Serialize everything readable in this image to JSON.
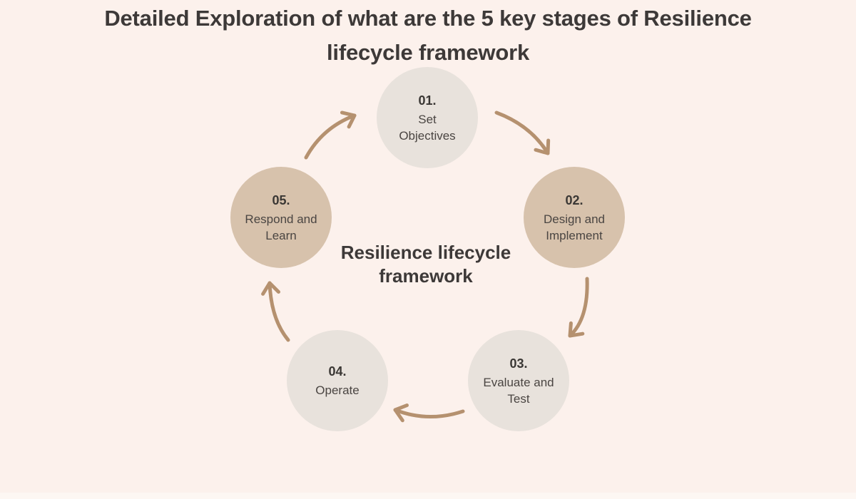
{
  "title": "Detailed Exploration of what are the 5 key stages of Resilience\nlifecycle framework",
  "diagram": {
    "center_label": "Resilience lifecycle\nframework",
    "stages": [
      {
        "number": "01.",
        "label": "Set\nObjectives",
        "variant": "light"
      },
      {
        "number": "02.",
        "label": "Design and\nImplement",
        "variant": "tan"
      },
      {
        "number": "03.",
        "label": "Evaluate and\nTest",
        "variant": "light"
      },
      {
        "number": "04.",
        "label": "Operate",
        "variant": "light"
      },
      {
        "number": "05.",
        "label": "Respond and\nLearn",
        "variant": "tan"
      }
    ]
  },
  "colors": {
    "background": "#fcf1ec",
    "circle_light": "#e8e2dc",
    "circle_tan": "#d7c2ac",
    "arrow": "#b5916f",
    "title_text": "#3d3938",
    "number_text": "#3a3734",
    "label_text": "#4a4542"
  }
}
